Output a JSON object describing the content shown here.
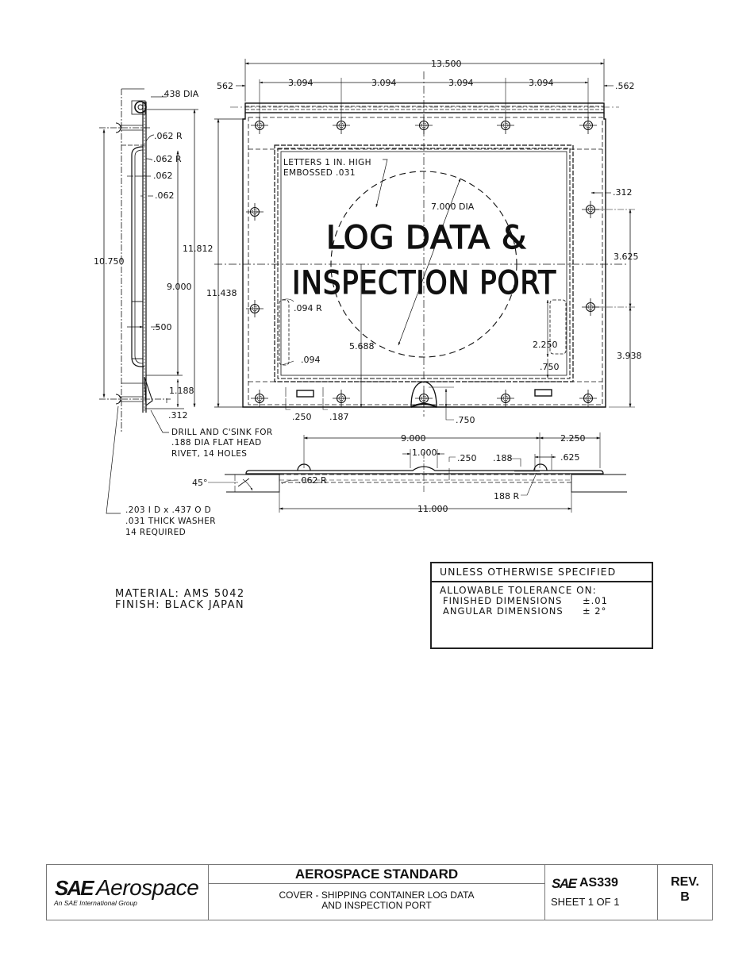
{
  "drawing": {
    "side_view": {
      "labels": {
        "hole_dia": ".438 DIA",
        "radius_top": ".062 R",
        "radius_mid": ".062 R",
        "thickness_outer": ".062",
        "thickness_inner": ".062",
        "height_overall": "10.750",
        "height_812": "11.812",
        "height_9000": "9.000",
        "flange_500": ".500",
        "offset_1188": "1.188",
        "offset_312": ".312"
      },
      "notes": {
        "drill": [
          "DRILL AND C'SINK FOR",
          ".188 DIA FLAT HEAD",
          "RIVET, 14 HOLES"
        ],
        "washer": [
          ".203 I D x .437 O D",
          ".031 THICK WASHER",
          "14 REQUIRED"
        ]
      }
    },
    "plan_view": {
      "overall_width": "13.500",
      "edge_left": "562",
      "edge_right": ".562",
      "hole_spacing": [
        "3.094",
        "3.094",
        "3.094",
        "3.094"
      ],
      "height_left": "11.438",
      "embossed_note": [
        "LETTERS 1 IN. HIGH",
        "EMBOSSED .031"
      ],
      "circle_dia": "7.000 DIA",
      "embossed_text": [
        "LOG DATA &",
        "INSPECTION PORT"
      ],
      "corner_radius": ".094 R",
      "corner_offset": ".094",
      "center_height": "5.688",
      "right_edge": ".312",
      "right_upper": "3.625",
      "right_lower": "3.938",
      "slot_height": "2.250",
      "slot_offset": ".750",
      "bottom_slot_w": ".250",
      "bottom_slot_h": ".187",
      "handle_height": ".750"
    },
    "section_view": {
      "span_9000": "9.000",
      "span_2250": "2.250",
      "bead_width": "1.000",
      "bead_height": ".250",
      "rivet_offset": ".188",
      "rivet_span": ".625",
      "radius_062": ".062 R",
      "radius_188": "188 R",
      "opening": "11.000",
      "angle": "45°"
    }
  },
  "material": {
    "line1": "MATERIAL: AMS 5042",
    "line2": "FINISH: BLACK JAPAN"
  },
  "tolerance": {
    "header": "UNLESS OTHERWISE SPECIFIED",
    "title": "ALLOWABLE TOLERANCE ON:",
    "rows": [
      {
        "label": "FINISHED DIMENSIONS",
        "value": "±.01"
      },
      {
        "label": "ANGULAR DIMENSIONS",
        "value": "± 2°"
      }
    ]
  },
  "title_block": {
    "logo_mark": "SAE",
    "logo_word": "Aerospace",
    "logo_sub": "An SAE International Group",
    "standard": "AEROSPACE STANDARD",
    "description_line1": "COVER - SHIPPING CONTAINER LOG DATA",
    "description_line2": "AND INSPECTION PORT",
    "doc_mark": "SAE",
    "doc_number": "AS339",
    "sheet": "SHEET 1 OF 1",
    "rev_label": "REV.",
    "rev_value": "B"
  }
}
